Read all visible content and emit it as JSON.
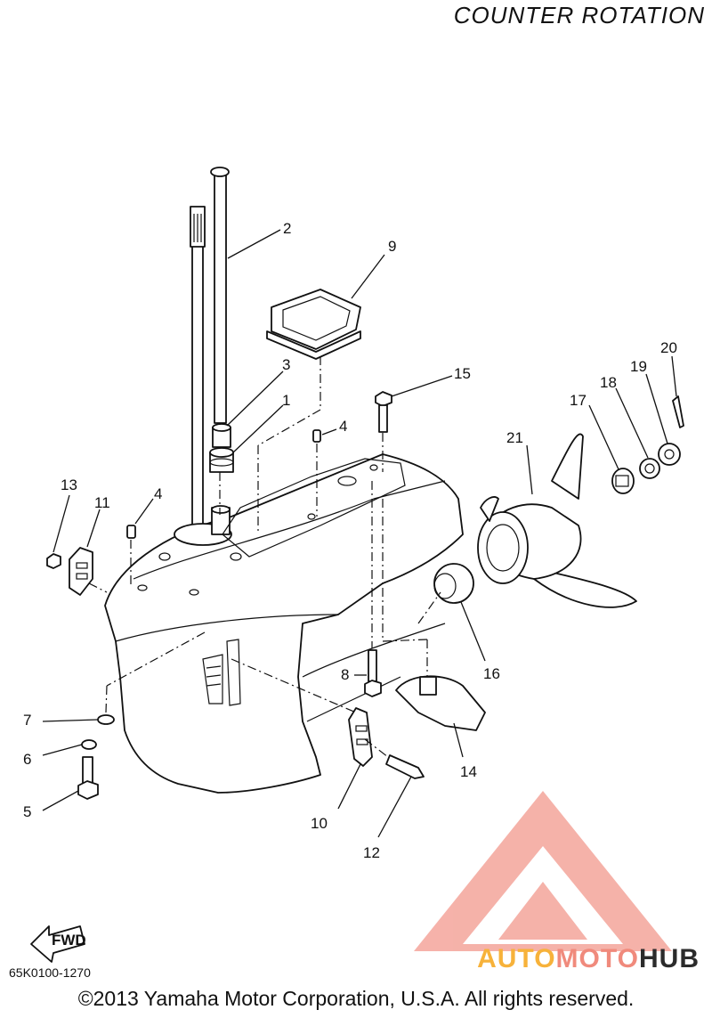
{
  "header": {
    "title": "COUNTER ROTATION"
  },
  "footer": {
    "diagram_code": "65K0100-1270",
    "copyright": "©2013 Yamaha Motor Corporation, U.S.A. All rights reserved."
  },
  "watermark": {
    "part1": "AUTO",
    "part2": "MOTO",
    "part3": "HUB",
    "color_red": "#f08a7c",
    "color_orange": "#f7b23a"
  },
  "fwd_label": "FWD",
  "callouts": [
    "1",
    "2",
    "3",
    "4",
    "4",
    "5",
    "6",
    "7",
    "8",
    "9",
    "10",
    "11",
    "12",
    "13",
    "14",
    "15",
    "16",
    "17",
    "18",
    "19",
    "20",
    "21"
  ]
}
